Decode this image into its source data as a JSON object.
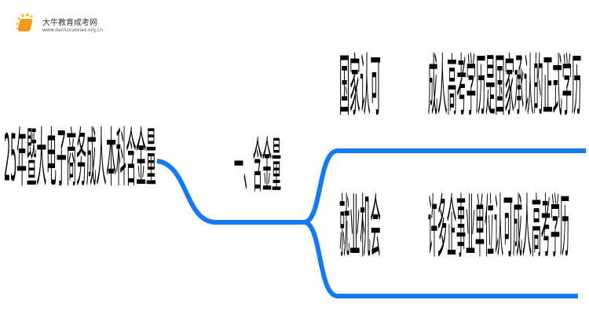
{
  "logo": {
    "title": "大牛教育成考网",
    "url": "www.daniuxuexiao.org.cn"
  },
  "root": {
    "label": "25年暨大电子商务成人本科含金量"
  },
  "branch": {
    "label": "一、含金量"
  },
  "children": [
    {
      "label": "国家认可",
      "detail": "成人高考学历是国家承认的正式学历"
    },
    {
      "label": "就业机会",
      "detail": "许多企事业单位认可成人高考学历"
    }
  ],
  "colors": {
    "link": "#1479f5"
  }
}
